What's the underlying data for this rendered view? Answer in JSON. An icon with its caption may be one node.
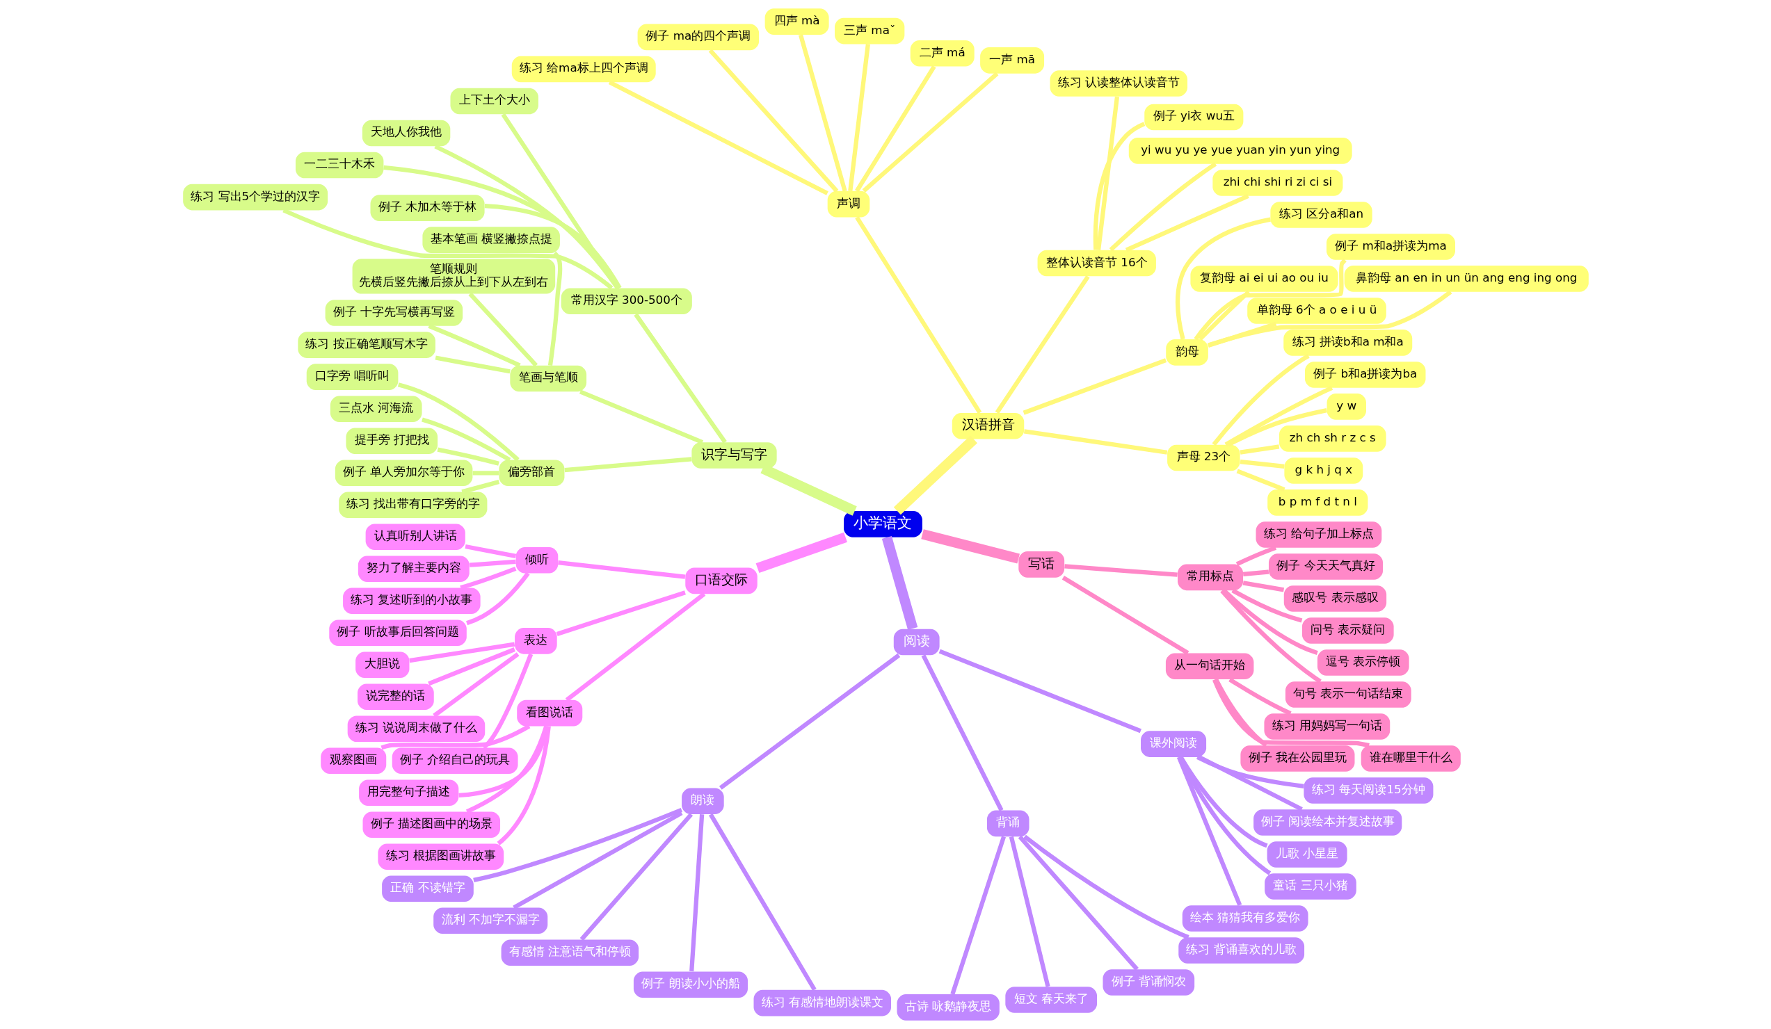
{
  "diagram": {
    "nodes": [
      {
        "text": [
          "小学语文"
        ]
      },
      {
        "text": [
          "汉语拼音"
        ]
      },
      {
        "text": [
          "声母 23个"
        ]
      },
      {
        "text": [
          "b p m f d t n l"
        ]
      },
      {
        "text": [
          "g k h j q x"
        ]
      },
      {
        "text": [
          "zh ch sh r z c s"
        ]
      },
      {
        "text": [
          "y w"
        ]
      },
      {
        "text": [
          "例子 b和a拼读为ba"
        ]
      },
      {
        "text": [
          "练习 拼读b和a m和a"
        ]
      },
      {
        "text": [
          "韵母"
        ]
      },
      {
        "text": [
          "单韵母 6个 a o e i u ü"
        ]
      },
      {
        "text": [
          "复韵母 ai ei ui ao ou iu"
        ]
      },
      {
        "text": [
          "鼻韵母 an en in un ün ang eng ing ong"
        ]
      },
      {
        "text": [
          "例子 m和a拼读为ma"
        ]
      },
      {
        "text": [
          "练习 区分a和an"
        ]
      },
      {
        "text": [
          "整体认读音节 16个"
        ]
      },
      {
        "text": [
          "zhi chi shi ri zi ci si"
        ]
      },
      {
        "text": [
          "yi wu yu ye yue yuan yin yun ying"
        ]
      },
      {
        "text": [
          "例子 yi衣 wu五"
        ]
      },
      {
        "text": [
          "练习 认读整体认读音节"
        ]
      },
      {
        "text": [
          "声调"
        ]
      },
      {
        "text": [
          "一声 mā"
        ]
      },
      {
        "text": [
          "二声 má"
        ]
      },
      {
        "text": [
          "三声 maˇ"
        ]
      },
      {
        "text": [
          "四声 mà"
        ]
      },
      {
        "text": [
          "例子 ma的四个声调"
        ]
      },
      {
        "text": [
          "练习 给ma标上四个声调"
        ]
      },
      {
        "text": [
          "识字与写字"
        ]
      },
      {
        "text": [
          "常用汉字 300-500个"
        ]
      },
      {
        "text": [
          "上下土个大小"
        ]
      },
      {
        "text": [
          "天地人你我他"
        ]
      },
      {
        "text": [
          "一二三十木禾"
        ]
      },
      {
        "text": [
          "练习 写出5个学过的汉字"
        ]
      },
      {
        "text": [
          "例子 木加木等于林"
        ]
      },
      {
        "text": [
          "笔画与笔顺"
        ]
      },
      {
        "text": [
          "基本笔画 横竖撇捺点提"
        ]
      },
      {
        "text": [
          "笔顺规则",
          "先横后竖先撇后捺从上到下从左到右"
        ]
      },
      {
        "text": [
          "例子 十字先写横再写竖"
        ]
      },
      {
        "text": [
          "练习 按正确笔顺写木字"
        ]
      },
      {
        "text": [
          "偏旁部首"
        ]
      },
      {
        "text": [
          "口字旁 唱听叫"
        ]
      },
      {
        "text": [
          "三点水 河海流"
        ]
      },
      {
        "text": [
          "提手旁 打把找"
        ]
      },
      {
        "text": [
          "例子 单人旁加尔等于你"
        ]
      },
      {
        "text": [
          "练习 找出带有口字旁的字"
        ]
      },
      {
        "text": [
          "口语交际"
        ]
      },
      {
        "text": [
          "倾听"
        ]
      },
      {
        "text": [
          "认真听别人讲话"
        ]
      },
      {
        "text": [
          "努力了解主要内容"
        ]
      },
      {
        "text": [
          "练习 复述听到的小故事"
        ]
      },
      {
        "text": [
          "例子 听故事后回答问题"
        ]
      },
      {
        "text": [
          "表达"
        ]
      },
      {
        "text": [
          "大胆说"
        ]
      },
      {
        "text": [
          "说完整的话"
        ]
      },
      {
        "text": [
          "练习 说说周末做了什么"
        ]
      },
      {
        "text": [
          "例子 介绍自己的玩具"
        ]
      },
      {
        "text": [
          "看图说话"
        ]
      },
      {
        "text": [
          "观察图画"
        ]
      },
      {
        "text": [
          "用完整句子描述"
        ]
      },
      {
        "text": [
          "例子 描述图画中的场景"
        ]
      },
      {
        "text": [
          "练习 根据图画讲故事"
        ]
      },
      {
        "text": [
          "阅读"
        ]
      },
      {
        "text": [
          "朗读"
        ]
      },
      {
        "text": [
          "正确 不读错字"
        ]
      },
      {
        "text": [
          "流利 不加字不漏字"
        ]
      },
      {
        "text": [
          "有感情 注意语气和停顿"
        ]
      },
      {
        "text": [
          "例子 朗读小小的船"
        ]
      },
      {
        "text": [
          "练习 有感情地朗读课文"
        ]
      },
      {
        "text": [
          "背诵"
        ]
      },
      {
        "text": [
          "古诗 咏鹅静夜思"
        ]
      },
      {
        "text": [
          "短文 春天来了"
        ]
      },
      {
        "text": [
          "例子 背诵悯农"
        ]
      },
      {
        "text": [
          "练习 背诵喜欢的儿歌"
        ]
      },
      {
        "text": [
          "课外阅读"
        ]
      },
      {
        "text": [
          "绘本 猜猜我有多爱你"
        ]
      },
      {
        "text": [
          "童话 三只小猪"
        ]
      },
      {
        "text": [
          "儿歌 小星星"
        ]
      },
      {
        "text": [
          "例子 阅读绘本并复述故事"
        ]
      },
      {
        "text": [
          "练习 每天阅读15分钟"
        ]
      },
      {
        "text": [
          "写话"
        ]
      },
      {
        "text": [
          "从一句话开始"
        ]
      },
      {
        "text": [
          "谁在哪里干什么"
        ]
      },
      {
        "text": [
          "例子 我在公园里玩"
        ]
      },
      {
        "text": [
          "练习 用妈妈写一句话"
        ]
      },
      {
        "text": [
          "常用标点"
        ]
      },
      {
        "text": [
          "句号 表示一句话结束"
        ]
      },
      {
        "text": [
          "逗号 表示停顿"
        ]
      },
      {
        "text": [
          "问号 表示疑问"
        ]
      },
      {
        "text": [
          "感叹号 表示感叹"
        ]
      },
      {
        "text": [
          "例子 今天天气真好"
        ]
      },
      {
        "text": [
          "练习 给句子加上标点"
        ]
      }
    ],
    "edges": [
      {
        "from": 0,
        "to": 1,
        "arrow": "none",
        "style": "thick",
        "color": "#fff87a"
      },
      {
        "from": 1,
        "to": 2,
        "arrow": "none",
        "color": "#fff87a"
      },
      {
        "from": 2,
        "to": 3,
        "arrow": "none",
        "color": "#fff87a"
      },
      {
        "from": 2,
        "to": 4,
        "arrow": "none",
        "color": "#fff87a"
      },
      {
        "from": 2,
        "to": 5,
        "arrow": "none",
        "color": "#fff87a"
      },
      {
        "from": 2,
        "to": 6,
        "arrow": "none",
        "color": "#fff87a"
      },
      {
        "from": 2,
        "to": 7,
        "arrow": "none",
        "color": "#fff87a"
      },
      {
        "from": 2,
        "to": 8,
        "arrow": "none",
        "color": "#fff87a"
      },
      {
        "from": 1,
        "to": 9,
        "arrow": "none",
        "color": "#fff87a"
      },
      {
        "from": 9,
        "to": 10,
        "arrow": "none",
        "color": "#fff87a"
      },
      {
        "from": 9,
        "to": 11,
        "arrow": "none",
        "color": "#fff87a"
      },
      {
        "from": 9,
        "to": 12,
        "arrow": "none",
        "color": "#fff87a"
      },
      {
        "from": 9,
        "to": 13,
        "arrow": "none",
        "color": "#fff87a"
      },
      {
        "from": 9,
        "to": 14,
        "arrow": "none",
        "color": "#fff87a"
      },
      {
        "from": 1,
        "to": 15,
        "arrow": "none",
        "color": "#fff87a"
      },
      {
        "from": 15,
        "to": 16,
        "arrow": "none",
        "color": "#fff87a"
      },
      {
        "from": 15,
        "to": 17,
        "arrow": "none",
        "color": "#fff87a"
      },
      {
        "from": 15,
        "to": 18,
        "arrow": "none",
        "color": "#fff87a"
      },
      {
        "from": 15,
        "to": 19,
        "arrow": "none",
        "color": "#fff87a"
      },
      {
        "from": 1,
        "to": 20,
        "arrow": "none",
        "color": "#fff87a"
      },
      {
        "from": 20,
        "to": 21,
        "arrow": "none",
        "color": "#fff87a"
      },
      {
        "from": 20,
        "to": 22,
        "arrow": "none",
        "color": "#fff87a"
      },
      {
        "from": 20,
        "to": 23,
        "arrow": "none",
        "color": "#fff87a"
      },
      {
        "from": 20,
        "to": 24,
        "arrow": "none",
        "color": "#fff87a"
      },
      {
        "from": 20,
        "to": 25,
        "arrow": "none",
        "color": "#fff87a"
      },
      {
        "from": 20,
        "to": 26,
        "arrow": "none",
        "color": "#fff87a"
      },
      {
        "from": 0,
        "to": 27,
        "arrow": "none",
        "style": "thick",
        "color": "#d8fb8a"
      },
      {
        "from": 27,
        "to": 28,
        "arrow": "none",
        "color": "#d8fb8a"
      },
      {
        "from": 28,
        "to": 29,
        "arrow": "none",
        "color": "#d8fb8a"
      },
      {
        "from": 28,
        "to": 30,
        "arrow": "none",
        "color": "#d8fb8a"
      },
      {
        "from": 28,
        "to": 31,
        "arrow": "none",
        "color": "#d8fb8a"
      },
      {
        "from": 28,
        "to": 32,
        "arrow": "none",
        "color": "#d8fb8a"
      },
      {
        "from": 28,
        "to": 33,
        "arrow": "none",
        "color": "#d8fb8a"
      },
      {
        "from": 27,
        "to": 34,
        "arrow": "none",
        "color": "#d8fb8a"
      },
      {
        "from": 34,
        "to": 35,
        "arrow": "none",
        "color": "#d8fb8a"
      },
      {
        "from": 34,
        "to": 36,
        "arrow": "none",
        "color": "#d8fb8a"
      },
      {
        "from": 34,
        "to": 37,
        "arrow": "none",
        "color": "#d8fb8a"
      },
      {
        "from": 34,
        "to": 38,
        "arrow": "none",
        "color": "#d8fb8a"
      },
      {
        "from": 27,
        "to": 39,
        "arrow": "none",
        "color": "#d8fb8a"
      },
      {
        "from": 39,
        "to": 40,
        "arrow": "none",
        "color": "#d8fb8a"
      },
      {
        "from": 39,
        "to": 41,
        "arrow": "none",
        "color": "#d8fb8a"
      },
      {
        "from": 39,
        "to": 42,
        "arrow": "none",
        "color": "#d8fb8a"
      },
      {
        "from": 39,
        "to": 43,
        "arrow": "none",
        "color": "#d8fb8a"
      },
      {
        "from": 39,
        "to": 44,
        "arrow": "none",
        "color": "#d8fb8a"
      },
      {
        "from": 0,
        "to": 45,
        "arrow": "none",
        "style": "thick",
        "color": "#ff88ff"
      },
      {
        "from": 45,
        "to": 46,
        "arrow": "none",
        "color": "#ff88ff"
      },
      {
        "from": 46,
        "to": 47,
        "arrow": "none",
        "color": "#ff88ff"
      },
      {
        "from": 46,
        "to": 48,
        "arrow": "none",
        "color": "#ff88ff"
      },
      {
        "from": 46,
        "to": 49,
        "arrow": "none",
        "color": "#ff88ff"
      },
      {
        "from": 46,
        "to": 50,
        "arrow": "none",
        "color": "#ff88ff"
      },
      {
        "from": 45,
        "to": 51,
        "arrow": "none",
        "color": "#ff88ff"
      },
      {
        "from": 51,
        "to": 52,
        "arrow": "none",
        "color": "#ff88ff"
      },
      {
        "from": 51,
        "to": 53,
        "arrow": "none",
        "color": "#ff88ff"
      },
      {
        "from": 51,
        "to": 54,
        "arrow": "none",
        "color": "#ff88ff"
      },
      {
        "from": 51,
        "to": 55,
        "arrow": "none",
        "color": "#ff88ff"
      },
      {
        "from": 45,
        "to": 56,
        "arrow": "none",
        "color": "#ff88ff"
      },
      {
        "from": 56,
        "to": 57,
        "arrow": "none",
        "color": "#ff88ff"
      },
      {
        "from": 56,
        "to": 58,
        "arrow": "none",
        "color": "#ff88ff"
      },
      {
        "from": 56,
        "to": 59,
        "arrow": "none",
        "color": "#ff88ff"
      },
      {
        "from": 56,
        "to": 60,
        "arrow": "none",
        "color": "#ff88ff"
      },
      {
        "from": 0,
        "to": 61,
        "arrow": "none",
        "style": "thick",
        "color": "#c088ff"
      },
      {
        "from": 61,
        "to": 62,
        "arrow": "none",
        "color": "#c088ff"
      },
      {
        "from": 62,
        "to": 63,
        "arrow": "none",
        "color": "#c088ff"
      },
      {
        "from": 62,
        "to": 64,
        "arrow": "none",
        "color": "#c088ff"
      },
      {
        "from": 62,
        "to": 65,
        "arrow": "none",
        "color": "#c088ff"
      },
      {
        "from": 62,
        "to": 66,
        "arrow": "none",
        "color": "#c088ff"
      },
      {
        "from": 62,
        "to": 67,
        "arrow": "none",
        "color": "#c088ff"
      },
      {
        "from": 61,
        "to": 68,
        "arrow": "none",
        "color": "#c088ff"
      },
      {
        "from": 68,
        "to": 69,
        "arrow": "none",
        "color": "#c088ff"
      },
      {
        "from": 68,
        "to": 70,
        "arrow": "none",
        "color": "#c088ff"
      },
      {
        "from": 68,
        "to": 71,
        "arrow": "none",
        "color": "#c088ff"
      },
      {
        "from": 68,
        "to": 72,
        "arrow": "none",
        "color": "#c088ff"
      },
      {
        "from": 61,
        "to": 73,
        "arrow": "none",
        "color": "#c088ff"
      },
      {
        "from": 73,
        "to": 74,
        "arrow": "none",
        "color": "#c088ff"
      },
      {
        "from": 73,
        "to": 75,
        "arrow": "none",
        "color": "#c088ff"
      },
      {
        "from": 73,
        "to": 76,
        "arrow": "none",
        "color": "#c088ff"
      },
      {
        "from": 73,
        "to": 77,
        "arrow": "none",
        "color": "#c088ff"
      },
      {
        "from": 73,
        "to": 78,
        "arrow": "none",
        "color": "#c088ff"
      },
      {
        "from": 0,
        "to": 79,
        "arrow": "none",
        "style": "thick",
        "color": "#ff88c8"
      },
      {
        "from": 79,
        "to": 80,
        "arrow": "none",
        "color": "#ff88c8"
      },
      {
        "from": 80,
        "to": 81,
        "arrow": "none",
        "color": "#ff88c8"
      },
      {
        "from": 80,
        "to": 82,
        "arrow": "none",
        "color": "#ff88c8"
      },
      {
        "from": 80,
        "to": 83,
        "arrow": "none",
        "color": "#ff88c8"
      },
      {
        "from": 79,
        "to": 84,
        "arrow": "none",
        "color": "#ff88c8"
      },
      {
        "from": 84,
        "to": 85,
        "arrow": "none",
        "color": "#ff88c8"
      },
      {
        "from": 84,
        "to": 86,
        "arrow": "none",
        "color": "#ff88c8"
      },
      {
        "from": 84,
        "to": 87,
        "arrow": "none",
        "color": "#ff88c8"
      },
      {
        "from": 84,
        "to": 88,
        "arrow": "none",
        "color": "#ff88c8"
      },
      {
        "from": 84,
        "to": 89,
        "arrow": "none",
        "color": "#ff88c8"
      },
      {
        "from": 84,
        "to": 90,
        "arrow": "none",
        "color": "#ff88c8"
      }
    ]
  }
}
